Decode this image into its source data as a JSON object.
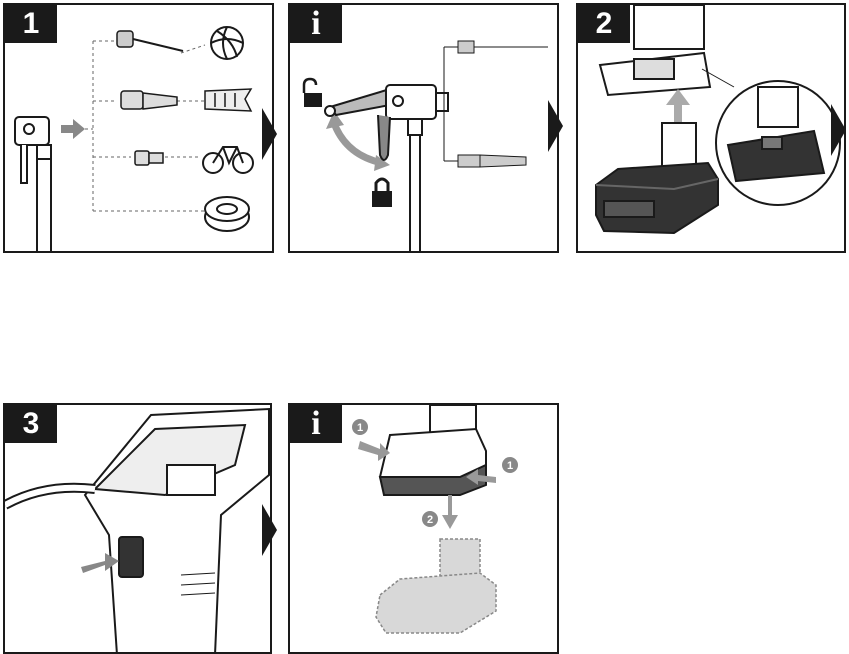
{
  "panels": [
    {
      "badge": "1"
    },
    {
      "badge": "i"
    },
    {
      "badge": "2"
    },
    {
      "badge": "3"
    },
    {
      "badge": "i",
      "callouts": [
        "1",
        "1",
        "2"
      ]
    }
  ]
}
